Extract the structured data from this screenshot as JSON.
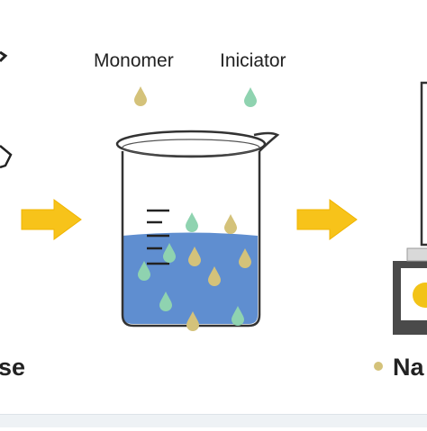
{
  "labels": {
    "monomer": "Monomer",
    "initiator": "Iniciator",
    "left_cut": "se",
    "right_cut": "Na"
  },
  "colors": {
    "monomer_drop": "#d4c27a",
    "initiator_drop": "#8fd3b0",
    "liquid": "#5f8ed0",
    "arrow": "#f7c31a",
    "arrow_outline": "#f0b400",
    "glass_outline": "#333333",
    "device_body": "#4a4a4a",
    "device_center": "#f2c318"
  },
  "icons": {
    "arrow": "right-arrow-icon",
    "drop": "droplet-icon",
    "beaker": "beaker-icon"
  },
  "beaker": {
    "drops_inside": [
      {
        "type": "initiator"
      },
      {
        "type": "monomer"
      },
      {
        "type": "initiator"
      },
      {
        "type": "monomer"
      },
      {
        "type": "monomer"
      },
      {
        "type": "initiator"
      },
      {
        "type": "monomer"
      },
      {
        "type": "initiator"
      },
      {
        "type": "monomer"
      },
      {
        "type": "initiator"
      }
    ]
  }
}
